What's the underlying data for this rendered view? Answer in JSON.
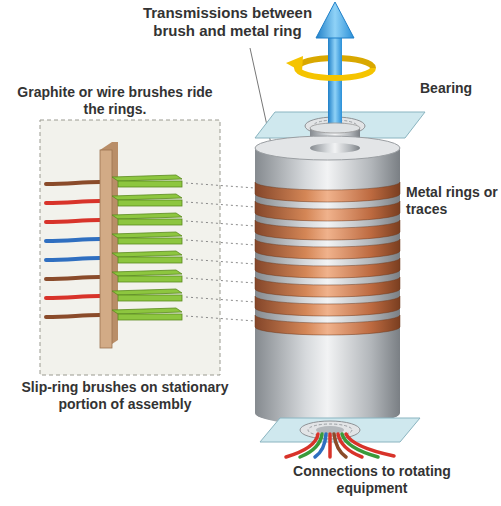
{
  "diagram": {
    "labels": [
      "Transmissions between brush and metal ring",
      "Graphite or wire brushes ride the rings.",
      "Bearing",
      "Metal rings or traces",
      "Slip-ring brushes on stationary portion of assembly",
      "Connections to rotating equipment"
    ]
  }
}
